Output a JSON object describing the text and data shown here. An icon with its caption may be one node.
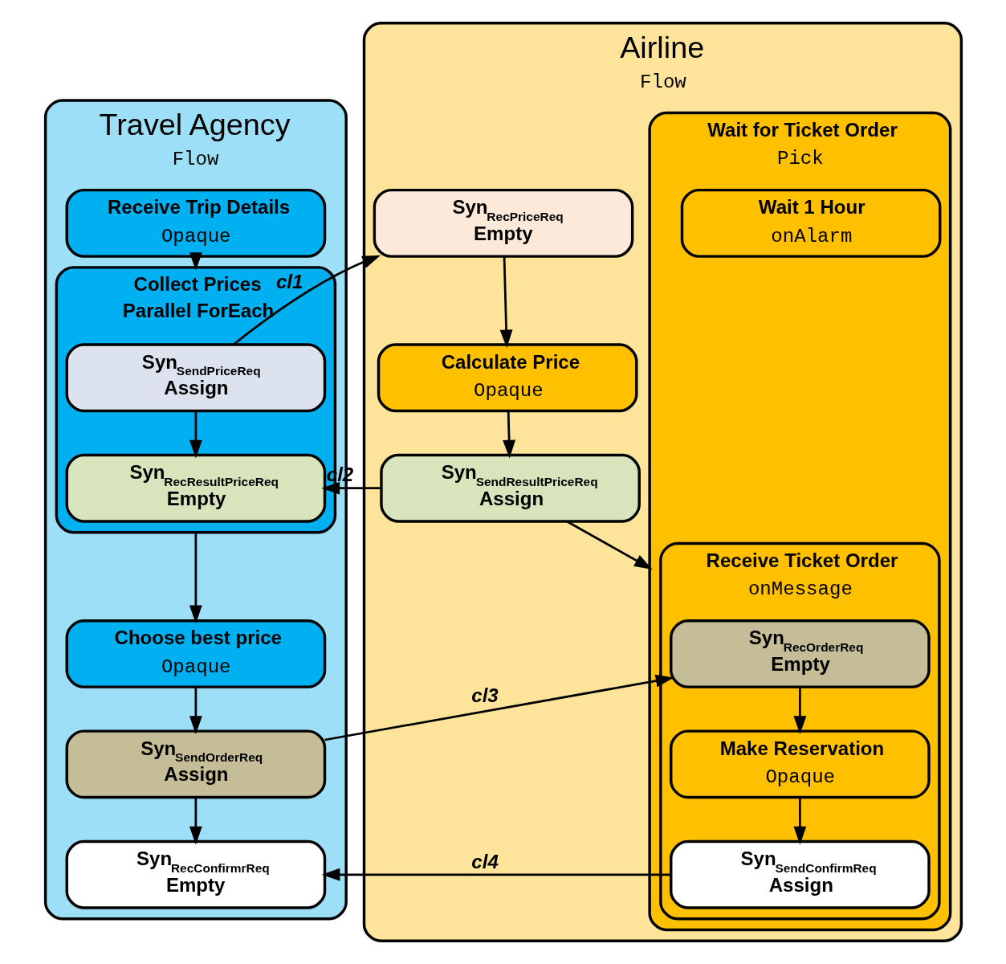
{
  "diagram": {
    "nodes": [
      {
        "text": [
          "Travel Agency",
          "Flow"
        ]
      },
      {
        "text": [
          "Receive Trip Details",
          "Opaque"
        ],
        "in": 0
      },
      {
        "text": [
          "Collect Prices",
          "Parallel ForEach"
        ],
        "in": 0
      },
      {
        "text": [
          "Syn$_{SendPriceReq}$",
          "Assign"
        ],
        "in": 2
      },
      {
        "text": [
          "Syn$_{RecResultPriceReq}$",
          "Empty"
        ],
        "in": 2
      },
      {
        "text": [
          "Choose best price",
          "Opaque"
        ],
        "in": 0
      },
      {
        "text": [
          "Syn$_{SendOrderReq}$",
          "Assign"
        ],
        "in": 0
      },
      {
        "text": [
          "Syn$_{RecConfirmrReq}$",
          "Empty"
        ],
        "in": 0
      },
      {
        "text": [
          "Airline",
          "Flow"
        ]
      },
      {
        "text": [
          "Syn$_{RecPriceReq}$",
          "Empty"
        ],
        "in": 8
      },
      {
        "text": [
          "Calculate Price",
          "Opaque"
        ],
        "in": 8
      },
      {
        "text": [
          "Syn$_{SendResultPriceReq}$",
          "Assign"
        ],
        "in": 8
      },
      {
        "text": [
          "Wait for Ticket Order",
          "Pick"
        ],
        "in": 8
      },
      {
        "text": [
          "Receive Ticket Order",
          "onMessage"
        ],
        "in": 12
      },
      {
        "text": [
          "Syn$_{RecOrderReq}$",
          "Empty"
        ],
        "in": 13
      },
      {
        "text": [
          "Make Reservation",
          "Opaque"
        ],
        "in": 13
      },
      {
        "text": [
          "Syn$_{SendConfirmReq}$",
          "Assign"
        ],
        "in": 13
      },
      {
        "text": [
          "Wait 1 Hour",
          "onAlarm"
        ],
        "in": 12
      }
    ],
    "edges": [
      {
        "from": 1,
        "to": 2,
        "arrow": "to"
      },
      {
        "from": 3,
        "to": 4,
        "arrow": "to"
      },
      {
        "from": 2,
        "to": 5,
        "arrow": "to"
      },
      {
        "from": 5,
        "to": 6,
        "arrow": "to"
      },
      {
        "from": 6,
        "to": 7,
        "arrow": "to"
      },
      {
        "from": 3,
        "to": 9,
        "arrow": "to",
        "label": "cl1"
      },
      {
        "from": 11,
        "to": 4,
        "arrow": "to",
        "label": "cl2"
      },
      {
        "from": 6,
        "to": 14,
        "arrow": "to",
        "label": "cl3"
      },
      {
        "from": 16,
        "to": 7,
        "arrow": "to",
        "label": "cl4"
      },
      {
        "from": 9,
        "to": 10,
        "arrow": "to"
      },
      {
        "from": 10,
        "to": 11,
        "arrow": "to"
      },
      {
        "from": 11,
        "to": 12,
        "arrow": "to"
      },
      {
        "from": 14,
        "to": 15,
        "arrow": "to"
      },
      {
        "from": 15,
        "to": 16,
        "arrow": "to"
      }
    ]
  }
}
